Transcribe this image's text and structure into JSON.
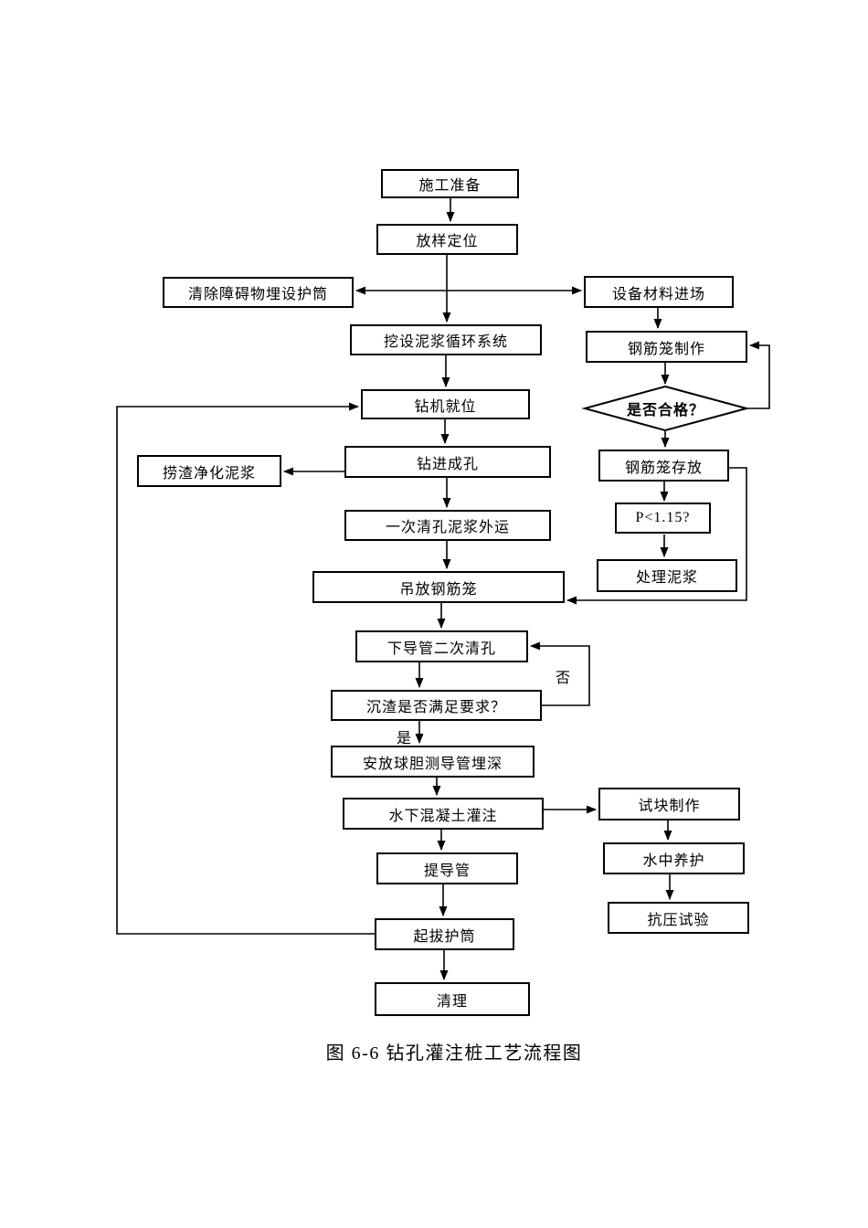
{
  "diagram": {
    "caption": "图 6-6  钻孔灌注桩工艺流程图",
    "colors": {
      "line": "#000000",
      "box_border": "#000000",
      "box_fill": "#ffffff",
      "background": "#ffffff"
    },
    "nodes": [
      {
        "id": "construction-preparation",
        "label": "施工准备"
      },
      {
        "id": "layout-positioning",
        "label": "放样定位"
      },
      {
        "id": "clear-obstacles-embed-casing",
        "label": "清除障碍物埋设护筒"
      },
      {
        "id": "equipment-materials-entry",
        "label": "设备材料进场"
      },
      {
        "id": "mud-circulation-system",
        "label": "挖设泥浆循环系统"
      },
      {
        "id": "rebar-cage-fabrication",
        "label": "钢筋笼制作"
      },
      {
        "id": "drill-rig-in-place",
        "label": "钻机就位"
      },
      {
        "id": "qualified-decision",
        "label": "是否合格？"
      },
      {
        "id": "drilling-hole-forming",
        "label": "钻进成孔"
      },
      {
        "id": "slag-removal-mud-purification",
        "label": "捞渣净化泥浆"
      },
      {
        "id": "rebar-cage-storage",
        "label": "钢筋笼存放"
      },
      {
        "id": "first-hole-cleaning-mud-removal",
        "label": "一次清孔泥浆外运"
      },
      {
        "id": "mud-density-check",
        "label": "P<1.15?"
      },
      {
        "id": "hoist-rebar-cage",
        "label": "吊放钢筋笼"
      },
      {
        "id": "mud-treatment",
        "label": "处理泥浆"
      },
      {
        "id": "lower-conduit-second-cleaning",
        "label": "下导管二次清孔"
      },
      {
        "id": "sediment-requirement-check",
        "label": "沉渣是否满足要求？"
      },
      {
        "id": "place-ball-measure-conduit-depth",
        "label": "安放球胆测导管埋深"
      },
      {
        "id": "underwater-concrete-pouring",
        "label": "水下混凝土灌注"
      },
      {
        "id": "test-block-fabrication",
        "label": "试块制作"
      },
      {
        "id": "lift-conduit",
        "label": "提导管"
      },
      {
        "id": "water-curing",
        "label": "水中养护"
      },
      {
        "id": "pull-out-casing",
        "label": "起拔护筒"
      },
      {
        "id": "compression-test",
        "label": "抗压试验"
      },
      {
        "id": "cleanup",
        "label": "清理"
      }
    ],
    "edge_labels": {
      "no": "否",
      "yes": "是"
    }
  }
}
